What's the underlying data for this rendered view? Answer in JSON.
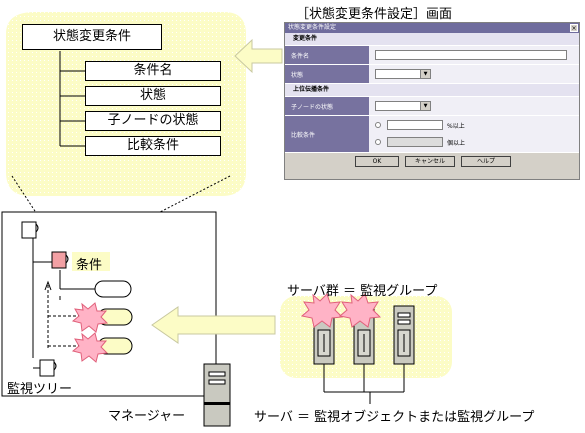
{
  "condition_panel": {
    "root_label": "状態変更条件",
    "items": [
      "条件名",
      "状態",
      "子ノードの状態",
      "比較条件"
    ]
  },
  "dialog_caption": "［状態変更条件設定］画面",
  "dialog": {
    "title": "状態変更条件設定",
    "close": "×",
    "section1": "変更条件",
    "field_name_label": "条件名",
    "field_state_label": "状態",
    "section2": "上位伝播条件",
    "field_child_state_label": "子ノードの状態",
    "field_compare_label": "比較条件",
    "compare_unit1": "%以上",
    "compare_unit2": "個以上",
    "ok": "OK",
    "cancel": "キャンセル",
    "help": "ヘルプ"
  },
  "tree": {
    "condition_label": "条件",
    "tree_label": "監視ツリー",
    "manager_label": "マネージャー"
  },
  "servers": {
    "group_label": "サーバ群 ＝ 監視グループ",
    "server_label": "サーバ ＝ 監視オブジェクトまたは監視グループ"
  },
  "colors": {
    "panel_fill": "#fcfcc6",
    "alert_fill": "#ffb3c6",
    "condition_node": "#f2a0a4",
    "dialog_header": "#77729f"
  }
}
